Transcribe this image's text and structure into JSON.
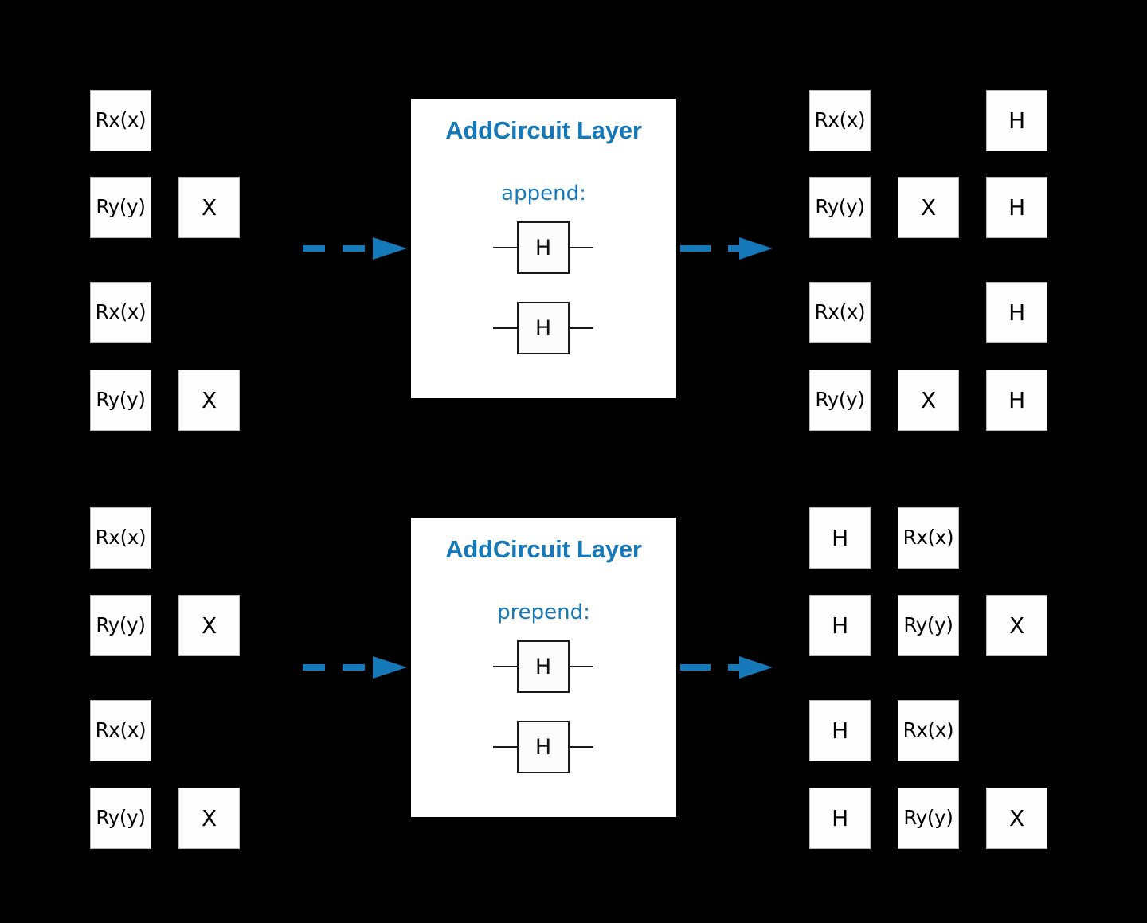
{
  "diagram": {
    "title": "AddCircuit Layer transformation diagram",
    "background_color": "#000000",
    "accent_color": "#1578B8",
    "gate_fill": "#fdfdfd",
    "gate_text_color": "#000000"
  },
  "panels": [
    {
      "id": "append-panel",
      "input_circuit": {
        "label": "input-circuit-append",
        "wires": [
          {
            "gates": [
              "Rx(x)"
            ]
          },
          {
            "gates": [
              "Ry(y)",
              "X"
            ]
          },
          {
            "gates": [
              "Rx(x)"
            ]
          },
          {
            "gates": [
              "Ry(y)",
              "X"
            ]
          }
        ]
      },
      "layer": {
        "title": "AddCircuit Layer",
        "mode_label": "append:",
        "sub_circuit_gates": [
          "H",
          "H"
        ]
      },
      "output_circuit": {
        "label": "output-circuit-append",
        "wires": [
          {
            "gates": [
              "Rx(x)",
              "",
              "H"
            ]
          },
          {
            "gates": [
              "Ry(y)",
              "X",
              "H"
            ]
          },
          {
            "gates": [
              "Rx(x)",
              "",
              "H"
            ]
          },
          {
            "gates": [
              "Ry(y)",
              "X",
              "H"
            ]
          }
        ]
      },
      "arrow_in": "dashed-arrow-right",
      "arrow_out": "dashed-arrow-right"
    },
    {
      "id": "prepend-panel",
      "input_circuit": {
        "label": "input-circuit-prepend",
        "wires": [
          {
            "gates": [
              "Rx(x)"
            ]
          },
          {
            "gates": [
              "Ry(y)",
              "X"
            ]
          },
          {
            "gates": [
              "Rx(x)"
            ]
          },
          {
            "gates": [
              "Ry(y)",
              "X"
            ]
          }
        ]
      },
      "layer": {
        "title": "AddCircuit Layer",
        "mode_label": "prepend:",
        "sub_circuit_gates": [
          "H",
          "H"
        ]
      },
      "output_circuit": {
        "label": "output-circuit-prepend",
        "wires": [
          {
            "gates": [
              "H",
              "Rx(x)"
            ]
          },
          {
            "gates": [
              "H",
              "Ry(y)",
              "X"
            ]
          },
          {
            "gates": [
              "H",
              "Rx(x)"
            ]
          },
          {
            "gates": [
              "H",
              "Ry(y)",
              "X"
            ]
          }
        ]
      },
      "arrow_in": "dashed-arrow-right",
      "arrow_out": "dashed-arrow-right"
    }
  ]
}
